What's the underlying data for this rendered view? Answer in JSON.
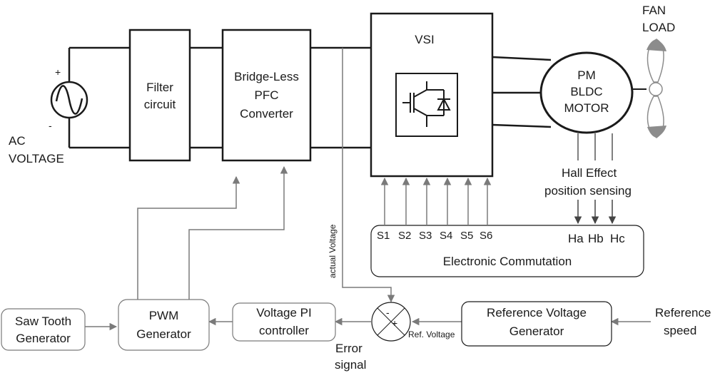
{
  "ac_source": {
    "label_line1": "AC",
    "label_line2": "VOLTAGE",
    "plus": "+",
    "minus": "-"
  },
  "filter": {
    "line1": "Filter",
    "line2": "circuit"
  },
  "pfc": {
    "line1": "Bridge-Less",
    "line2": "PFC",
    "line3": "Converter"
  },
  "vsi": {
    "label": "VSI"
  },
  "motor": {
    "line1": "PM",
    "line2": "BLDC",
    "line3": "MOTOR"
  },
  "fan": {
    "line1": "FAN",
    "line2": "LOAD"
  },
  "hall": {
    "line1": "Hall Effect",
    "line2": "position sensing"
  },
  "commutation": {
    "label": "Electronic Commutation",
    "switch_labels": [
      "S1",
      "S2",
      "S3",
      "S4",
      "S5",
      "S6"
    ],
    "hall_labels": [
      "Ha",
      "Hb",
      "Hc"
    ]
  },
  "actual_voltage": "actual Voltage",
  "summer": {
    "minus": "-",
    "plus": "+"
  },
  "ref_voltage_signal": "Ref. Voltage",
  "error_signal": {
    "line1": "Error",
    "line2": "signal"
  },
  "saw_tooth": {
    "line1": "Saw Tooth",
    "line2": "Generator"
  },
  "pwm": {
    "line1": "PWM",
    "line2": "Generator"
  },
  "pi": {
    "line1": "Voltage PI",
    "line2": "controller"
  },
  "ref_gen": {
    "line1": "Reference Voltage",
    "line2": "Generator"
  },
  "ref_speed": {
    "line1": "Reference",
    "line2": "speed"
  },
  "colors": {
    "line": "#1a1a1a",
    "signal": "#8c8c8c",
    "fan_tip": "#8c8c8c"
  }
}
